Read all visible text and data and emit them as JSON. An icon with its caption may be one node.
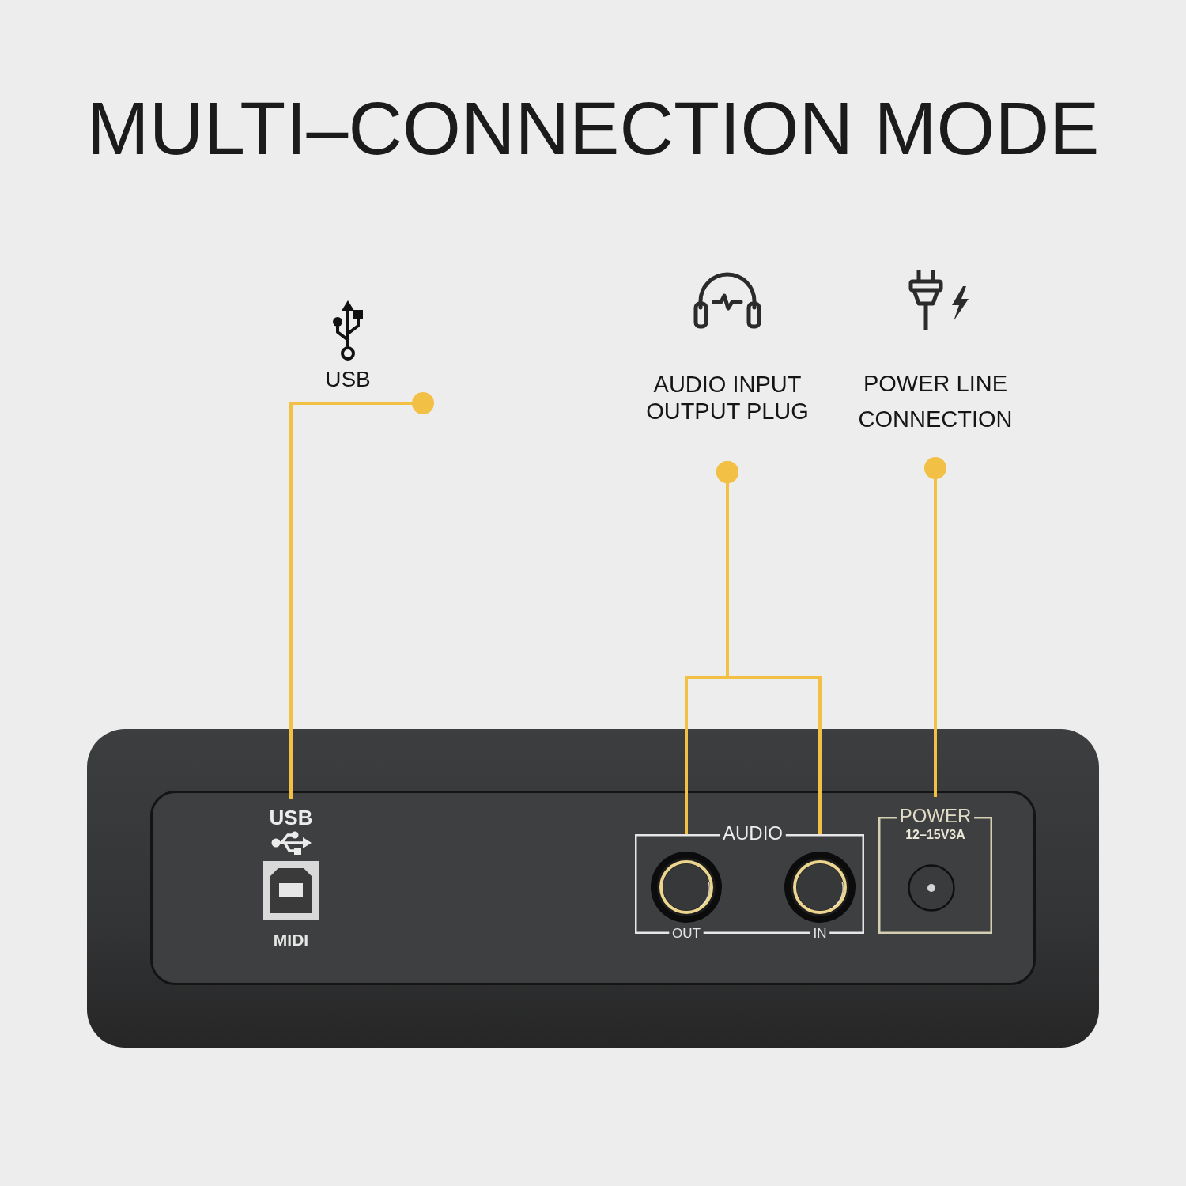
{
  "diagram": {
    "title": "MULTI–CONNECTION MODE",
    "nodes": [
      {
        "text": [
          "USB"
        ]
      },
      {
        "text": [
          "AUDIO INPUT OUTPUT PLUG"
        ]
      },
      {
        "text": [
          "POWER LINE CONNECTION"
        ]
      },
      {
        "text": [],
        "shape": "box"
      },
      {
        "text": [
          "USB",
          "MIDI"
        ],
        "in": 3
      },
      {
        "text": [
          "AUDIO"
        ],
        "in": 3
      },
      {
        "text": [
          "OUT"
        ],
        "in": 5
      },
      {
        "text": [
          "IN"
        ],
        "in": 5
      },
      {
        "text": [
          "POWER",
          "12–15V3A"
        ],
        "in": 3
      }
    ],
    "edges": [
      {
        "from": 0,
        "to": 4,
        "arrow": "other"
      },
      {
        "from": 1,
        "to": 6,
        "arrow": "other"
      },
      {
        "from": 1,
        "to": 7,
        "arrow": "other"
      },
      {
        "from": 2,
        "to": 8,
        "arrow": "other"
      }
    ]
  }
}
